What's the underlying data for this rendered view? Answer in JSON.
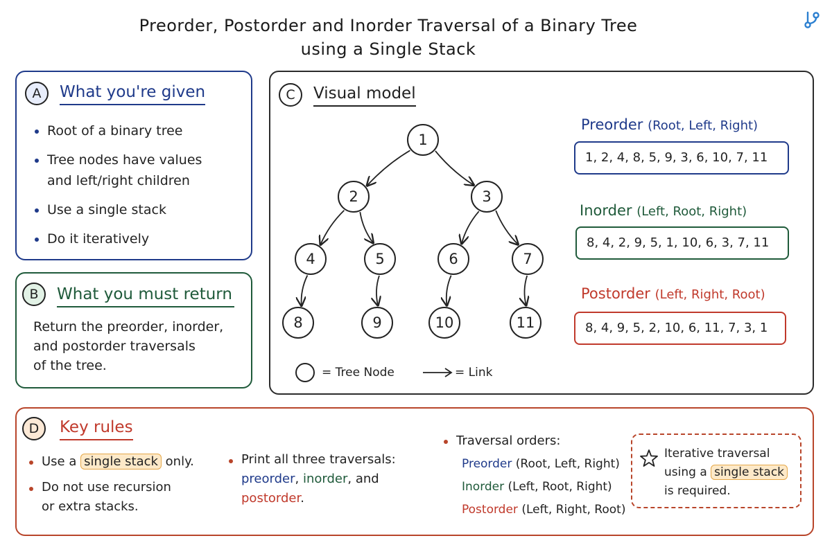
{
  "title": {
    "line1": "Preorder, Postorder and Inorder Traversal of a Binary Tree",
    "line2": "using a Single Stack"
  },
  "panel_a": {
    "badge": "A",
    "heading": "What you're given",
    "items": [
      "Root of a binary tree",
      "Tree nodes have values",
      "and left/right children",
      "Use a single stack",
      "Do it iteratively"
    ]
  },
  "panel_b": {
    "badge": "B",
    "heading": "What you must return",
    "lines": [
      "Return the preorder, inorder,",
      "and postorder traversals",
      "of the tree."
    ]
  },
  "panel_c": {
    "badge": "C",
    "heading": "Visual model",
    "nodes": [
      "1",
      "2",
      "3",
      "4",
      "5",
      "6",
      "7",
      "8",
      "9",
      "10",
      "11"
    ],
    "legend_node": "= Tree Node",
    "legend_link": "= Link",
    "preorder": {
      "label": "Preorder",
      "order": "(Root, Left, Right)",
      "sequence": "1, 2, 4, 8, 5, 9, 3, 6, 10, 7, 11"
    },
    "inorder": {
      "label": "Inorder",
      "order": "(Left, Root, Right)",
      "sequence": "8, 4, 2, 9, 5, 1, 10, 6, 3, 7, 11"
    },
    "postorder": {
      "label": "Postorder",
      "order": "(Left, Right, Root)",
      "sequence": "8, 4, 9, 5, 2, 10, 6, 11, 7, 3, 1"
    }
  },
  "panel_d": {
    "badge": "D",
    "heading": "Key rules",
    "rule1_pre": "Use a",
    "rule1_hl": "single stack",
    "rule1_post": "only.",
    "rule2_line1": "Do not use recursion",
    "rule2_line2": "or extra stacks.",
    "rule3_line1": "Print all three traversals:",
    "rule3_preorder": "preorder",
    "rule3_sep": ",",
    "rule3_inorder": "inorder",
    "rule3_and": ", and",
    "rule3_postorder": "postorder",
    "rule3_end": ".",
    "orders_heading": "Traversal orders:",
    "orders": [
      {
        "name": "Preorder",
        "desc": "(Root, Left, Right)"
      },
      {
        "name": "Inorder",
        "desc": "(Left, Root, Right)"
      },
      {
        "name": "Postorder",
        "desc": "(Left, Right, Root)"
      }
    ],
    "callout_line1": "Iterative traversal",
    "callout_pre": "using a",
    "callout_hl": "single stack",
    "callout_line3": "is required."
  },
  "colors": {
    "blue": "#1f3a8a",
    "green": "#1f5a3a",
    "red": "#c0392b",
    "dark": "#222222"
  }
}
